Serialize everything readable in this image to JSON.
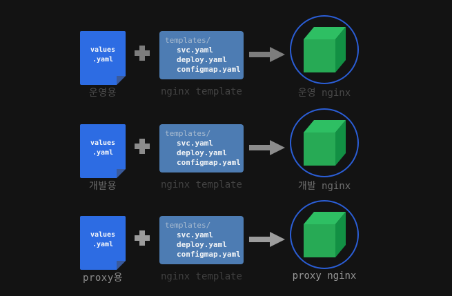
{
  "diagram_title": "helm values + templates render to nginx releases",
  "colors": {
    "background": "#131313",
    "doc_fill": "#2d6ce3",
    "doc_fold": "#3a5a9b",
    "doc_text": "#f5f7fa",
    "tpl_fill": "#4d7cb3",
    "tpl_dir_text": "#a9bcd0",
    "tpl_file_text": "#f2f4f6",
    "circle_stroke": "#2b5ed7",
    "cube_top": "#2ebf63",
    "cube_front": "#27aa55",
    "cube_side": "#129044"
  },
  "rows": [
    {
      "values_file": {
        "line1": "values",
        "line2": ".yaml"
      },
      "values_label": "운영용",
      "template": {
        "dir": "templates/",
        "files": [
          "svc.yaml",
          "deploy.yaml",
          "configmap.yaml"
        ]
      },
      "template_label": "nginx template",
      "result_label": "운영 nginx",
      "colors": {
        "side_label": "#4c4c4c",
        "template_label": "#434343",
        "result_label": "#494949",
        "connector": "#7d7d7d"
      }
    },
    {
      "values_file": {
        "line1": "values",
        "line2": ".yaml"
      },
      "values_label": "개발용",
      "template": {
        "dir": "templates/",
        "files": [
          "svc.yaml",
          "deploy.yaml",
          "configmap.yaml"
        ]
      },
      "template_label": "nginx template",
      "result_label": "개발 nginx",
      "colors": {
        "side_label": "#6a6a6a",
        "template_label": "#424242",
        "result_label": "#6f6f6f",
        "connector": "#8c8c8c"
      }
    },
    {
      "values_file": {
        "line1": "values",
        "line2": ".yaml"
      },
      "values_label": "proxy용",
      "template": {
        "dir": "templates/",
        "files": [
          "svc.yaml",
          "deploy.yaml",
          "configmap.yaml"
        ]
      },
      "template_label": "nginx template",
      "result_label": "proxy nginx",
      "colors": {
        "side_label": "#8d8d8d",
        "template_label": "#404040",
        "result_label": "#979797",
        "connector": "#9c9c9c"
      }
    }
  ]
}
